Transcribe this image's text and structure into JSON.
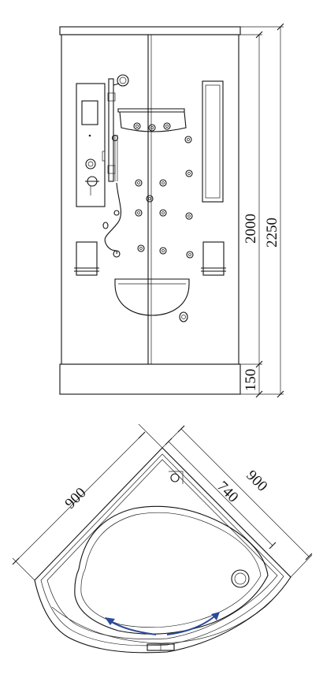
{
  "front_view": {
    "dimensions": {
      "cabin_height": "2000",
      "total_height": "2250",
      "base_height": "150"
    }
  },
  "top_view": {
    "dimensions": {
      "left_side": "900",
      "right_side": "900",
      "inner_side": "740"
    },
    "arrow_color": "#2b4a9a"
  }
}
